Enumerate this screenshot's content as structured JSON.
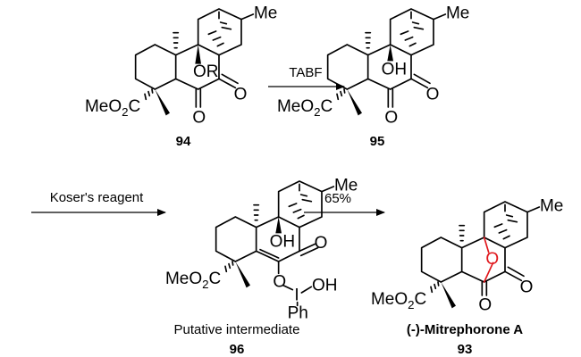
{
  "scheme": {
    "compound_94": {
      "me": "Me",
      "or": "OR",
      "o1": "O",
      "o2": "O",
      "ester": {
        "a": "MeO",
        "sub": "2",
        "b": "C"
      },
      "label": "94"
    },
    "step1": {
      "reagent": "TABF"
    },
    "compound_95": {
      "me": "Me",
      "oh": "OH",
      "o1": "O",
      "o2": "O",
      "ester": {
        "a": "MeO",
        "sub": "2",
        "b": "C"
      },
      "label": "95"
    },
    "step2": {
      "reagent": "Koser's reagent"
    },
    "compound_96": {
      "me": "Me",
      "oh": "OH",
      "o1": "O",
      "o_enol": "O",
      "iodine": "I",
      "i_oh": "OH",
      "ph": "Ph",
      "ester": {
        "a": "MeO",
        "sub": "2",
        "b": "C"
      },
      "caption": "Putative intermediate",
      "label": "96"
    },
    "step3": {
      "yield": "65%"
    },
    "compound_93": {
      "me": "Me",
      "o_bridge": "O",
      "o1": "O",
      "o2": "O",
      "ester": {
        "a": "MeO",
        "sub": "2",
        "b": "C"
      },
      "name": "(-)-Mitrephorone A",
      "label": "93"
    },
    "colors": {
      "bond": "#000000",
      "ether_bridge": "#e0161b"
    }
  }
}
